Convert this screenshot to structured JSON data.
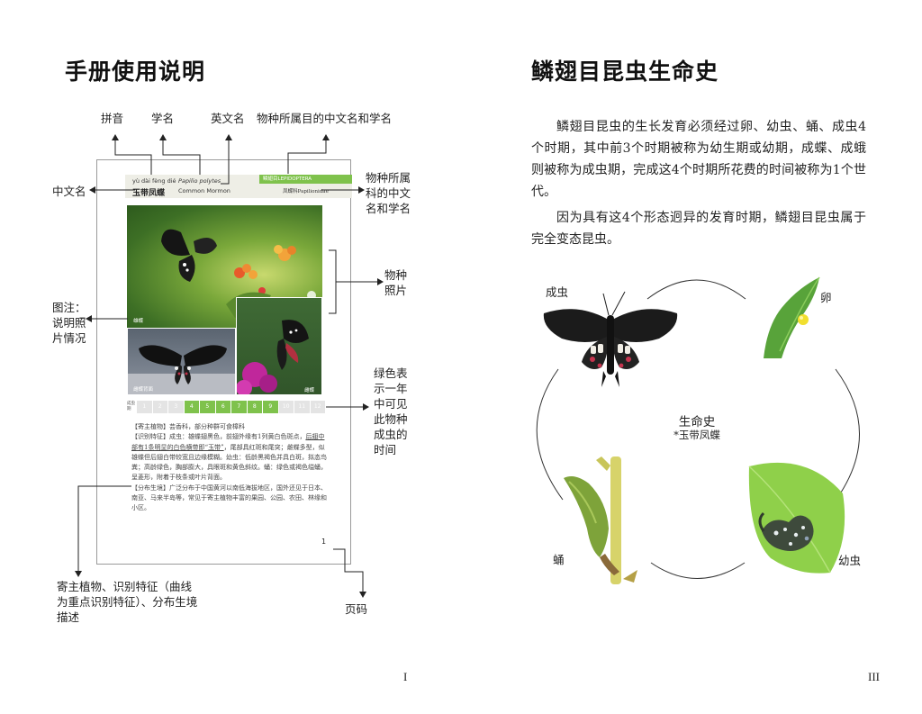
{
  "left_page": {
    "title": "手册使用说明",
    "callouts": {
      "pinyin": "拼音",
      "scientific_name": "学名",
      "english_name": "英文名",
      "order_name": "物种所属目的中文名和学名",
      "chinese_name": "中文名",
      "family_name": "物种所属科的中文名和学名",
      "photo": "物种照片",
      "caption": "图注：说明照片情况",
      "green_months": "绿色表示一年中可见此物种成虫的时间",
      "description": "寄主植物、识别特征（曲线为重点识别特征）、分布生境描述",
      "page_number": "页码"
    },
    "sample_page": {
      "pinyin": "yù dài fèng dié",
      "chinese_name": "玉带凤蝶",
      "latin_name": "Papilio polytes",
      "english_name": "Common Mormon",
      "order": "鳞翅目LEPIDOPTERA",
      "family": "凤蝶科Papilionidae",
      "photo_caption_main": "雄蝶",
      "photo_caption_left": "雌蝶背面",
      "photo_caption_right": "雌蝶",
      "months_label": "成虫期",
      "months": [
        "1",
        "2",
        "3",
        "4",
        "5",
        "6",
        "7",
        "8",
        "9",
        "10",
        "11",
        "12"
      ],
      "months_active": [
        4,
        5,
        6,
        7,
        8,
        9
      ],
      "host_plant": "【寄主植物】芸香科，部分种群可食樟科",
      "identification_a": "【识别特征】成虫：雄蝶翅黑色，前翅外缘有1列黄白色斑点，",
      "identification_u": "后翅中部有1条明显的白色横带即“玉带”",
      "identification_b": "，尾部具红斑和尾突；雌蝶多型，似雄蝶但后翅白带较宽且边缘模糊。幼虫：低龄黑褐色并具白斑，拟态鸟粪；高龄绿色，胸部膨大，具眼斑和黄色斜纹。蛹：绿色或褐色缢蛹，呈菱形，附着于枝条或叶片背面。",
      "distribution": "【分布生境】广泛分布于中国黄河以南低海拔地区，国外还见于日本、南亚、马来半岛等，常见于寄主植物丰富的果园、公园、农田、林缘和小区。",
      "page_number": "1"
    },
    "page_numeral": "I"
  },
  "right_page": {
    "title": "鳞翅目昆虫生命史",
    "paragraph_1": "鳞翅目昆虫的生长发育必须经过卵、幼虫、蛹、成虫4个时期，其中前3个时期被称为幼生期或幼期，成蝶、成蛾则被称为成虫期，完成这4个时期所花费的时间被称为1个世代。",
    "paragraph_2": "因为具有这4个形态迥异的发育时期，鳞翅目昆虫属于完全变态昆虫。",
    "stages": {
      "adult": "成虫",
      "egg": "卵",
      "pupa": "蛹",
      "larva": "幼虫"
    },
    "center_title": "生命史",
    "center_subtitle": "*玉带凤蝶",
    "page_numeral": "III"
  },
  "colors": {
    "accent_green": "#7fc24c",
    "month_off": "#e4e4e4",
    "header_band": "#eeeee6"
  }
}
